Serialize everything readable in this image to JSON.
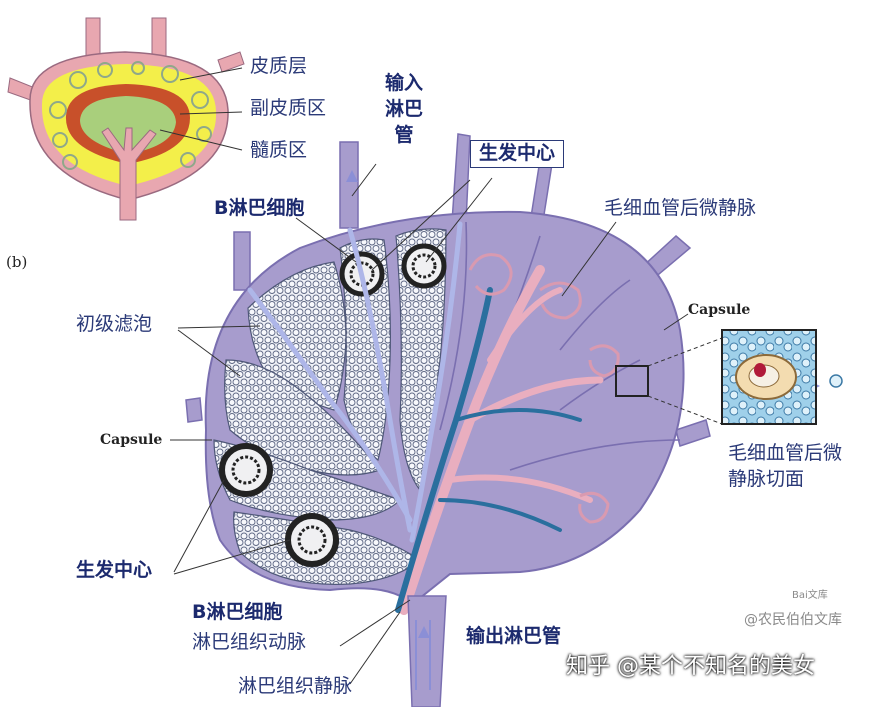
{
  "labels": {
    "cortex": "皮质层",
    "paracortex": "副皮质区",
    "medulla": "髓质区",
    "afferent": [
      "输入",
      "淋巴",
      "管"
    ],
    "germinal_top": "生发中心",
    "b_cell_top": "B淋巴细胞",
    "hev_top": "毛细血管后微静脉",
    "panel_b": "(b)",
    "primary_follicle": "初级滤泡",
    "capsule_right": "Capsule",
    "capsule_left": "Capsule",
    "hev_section": [
      "毛细血管后微",
      "静脉切面"
    ],
    "germinal_bottom": "生发中心",
    "b_cell_bottom": "B淋巴细胞",
    "artery": "淋巴组织动脉",
    "efferent": "输出淋巴管",
    "vein": "淋巴组织静脉"
  },
  "watermarks": {
    "source": "@农民伯伯文库",
    "baidu": "Bai文库",
    "zhihu": "知乎 @某个不知名的美女"
  },
  "colors": {
    "node_fill": "#a79ccd",
    "node_stroke": "#7a6fb0",
    "cortex_yellow": "#f3ef4a",
    "paracortex_red": "#c8502a",
    "medulla_green": "#a9cf7c",
    "capsule_pink": "#e8a7b0",
    "vessel_pink": "#e9aebf",
    "vessel_blue": "#2a6f9e",
    "label_navy": "#2b3a78"
  }
}
